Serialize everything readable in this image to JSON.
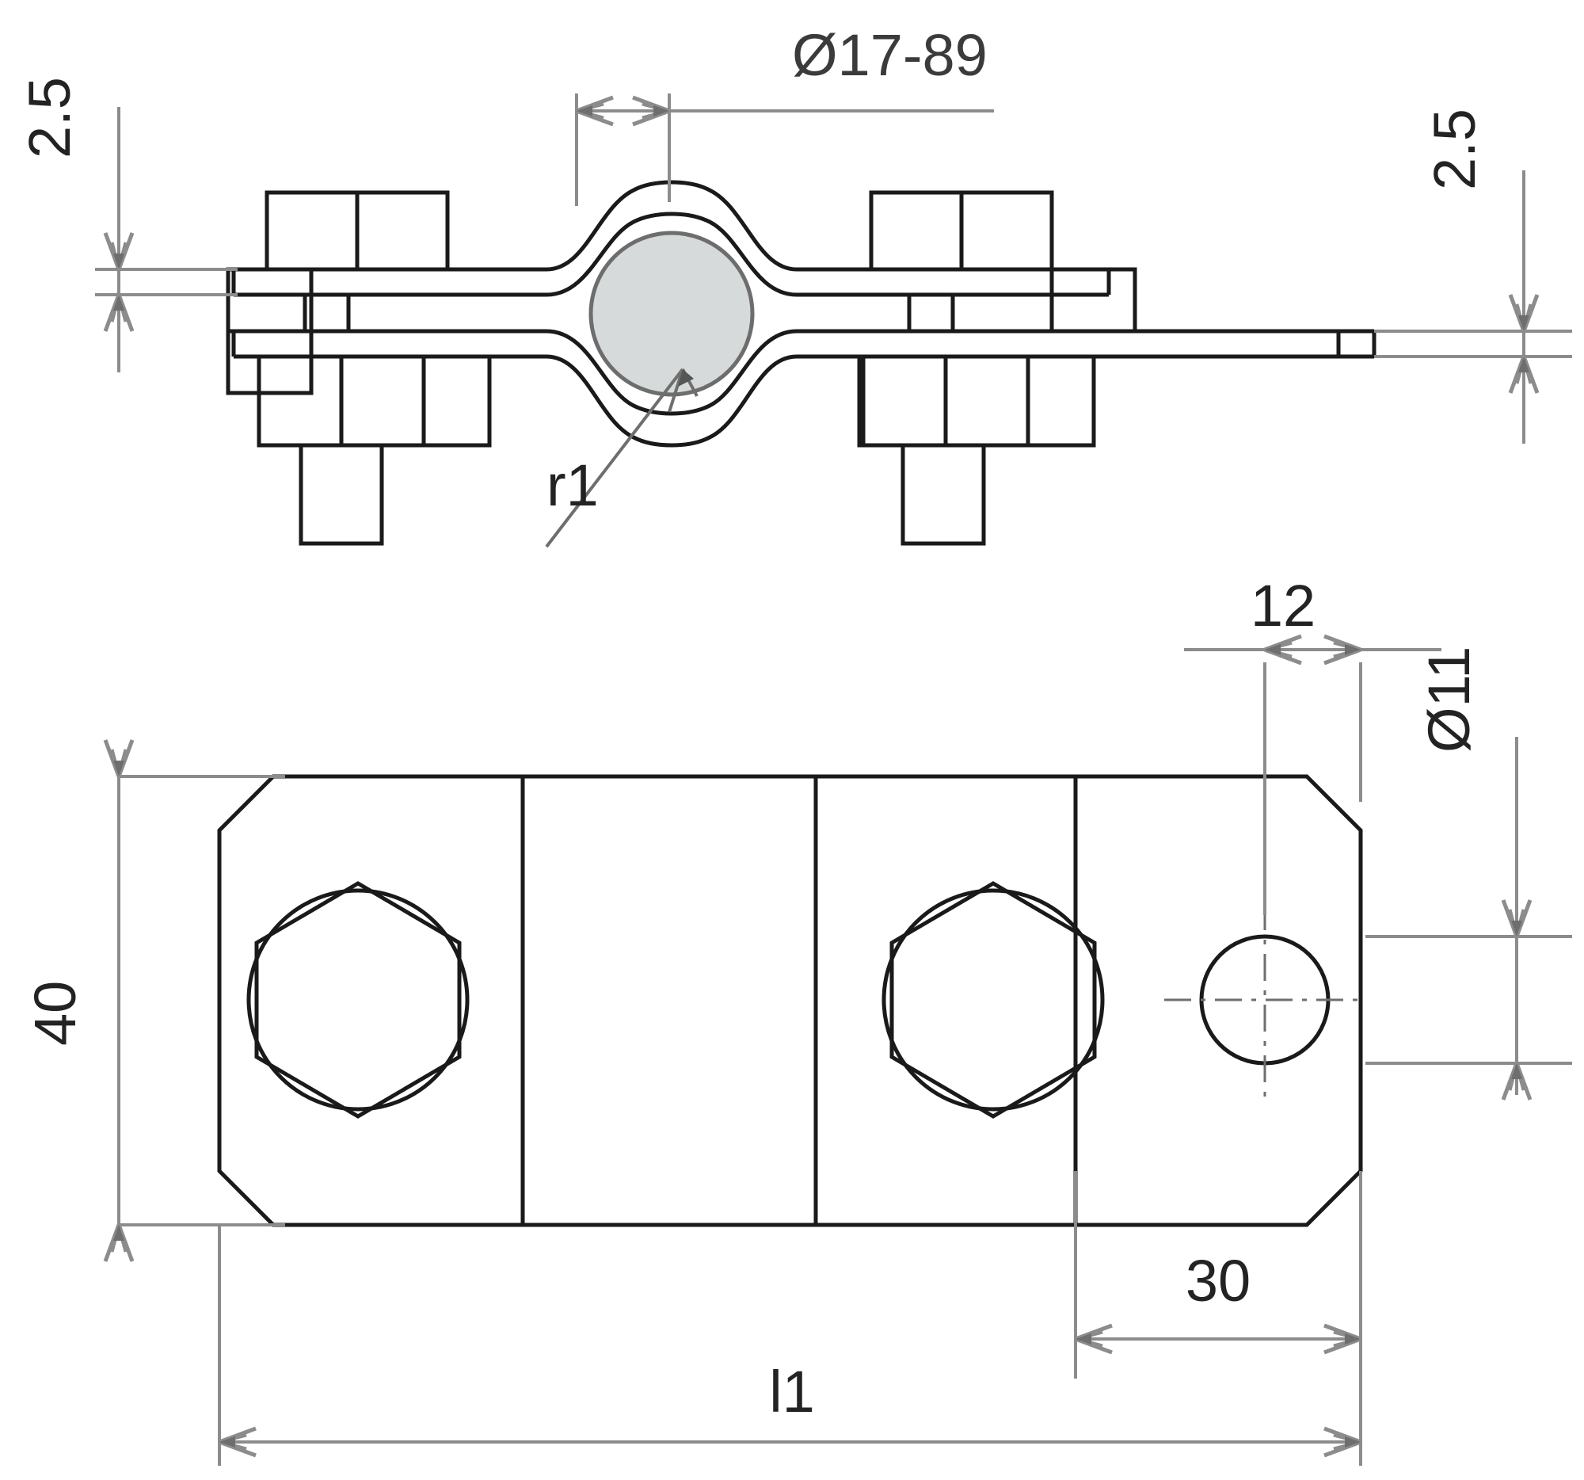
{
  "drawing": {
    "type": "technical-engineering-drawing",
    "subject": "pipe clamp / earthing clamp with flat strap connection",
    "views": [
      {
        "name": "front-section-view",
        "position": "top"
      },
      {
        "name": "plan-view",
        "position": "bottom"
      }
    ],
    "line_color": "#1a1a1a",
    "dimension_color": "#8c8c8c",
    "pipe_fill_color": "#d7dada"
  },
  "dimensions": {
    "pipe_diameter": "Ø17-89",
    "thickness_left": "2.5",
    "thickness_right": "2.5",
    "radius_note": "r1",
    "plate_width": "40",
    "hole_edge_distance": "12",
    "hole_spacing": "30",
    "hole_diameter": "Ø11",
    "overall_length": "l1"
  },
  "labels": {
    "pipe_diameter_label": "Ø17-89",
    "thickness_left_label": "2.5",
    "thickness_right_label": "2.5",
    "r1_label": "r1",
    "width_40_label": "40",
    "dist_12_label": "12",
    "dist_30_label": "30",
    "hole_d11_label": "Ø11",
    "length_l1_label": "l1"
  }
}
